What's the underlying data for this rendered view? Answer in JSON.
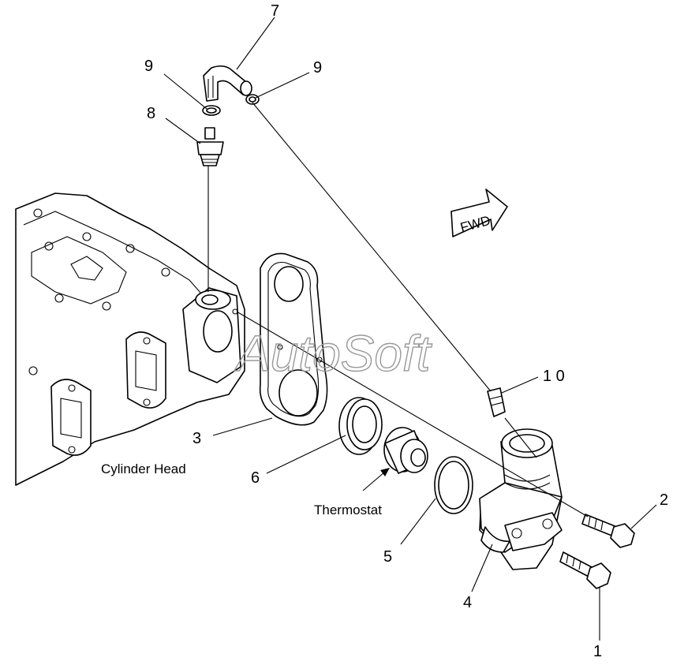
{
  "callouts": {
    "c1": "1",
    "c2": "2",
    "c3": "3",
    "c4": "4",
    "c5": "5",
    "c6": "6",
    "c7": "7",
    "c8": "8",
    "c9a": "9",
    "c9b": "9",
    "c10": "1 0"
  },
  "labels": {
    "cylinder_head": "Cylinder Head",
    "thermostat": "Thermostat"
  },
  "fwd_arrow": "FWD",
  "watermark": "AutoSoft"
}
